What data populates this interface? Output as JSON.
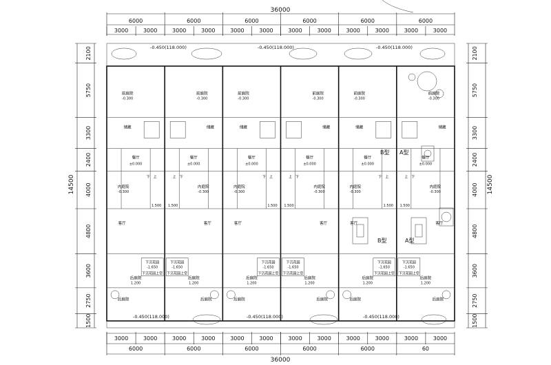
{
  "top": {
    "total": "36000",
    "units": [
      "6000",
      "6000",
      "6000",
      "6000",
      "6000",
      "6000"
    ],
    "halves": [
      "3000",
      "3000",
      "3000",
      "3000",
      "3000",
      "3000",
      "3000",
      "3000",
      "3000",
      "3000",
      "3000",
      "3000"
    ]
  },
  "bottom": {
    "total": "36000",
    "units": [
      "6000",
      "6000",
      "6000",
      "6000",
      "6000",
      "60"
    ],
    "halves": [
      "3000",
      "3000",
      "3000",
      "3000",
      "3000",
      "3000",
      "3000",
      "3000",
      "3000",
      "3000",
      "3000",
      "3000"
    ]
  },
  "left": {
    "total": "14500",
    "segments": [
      "2100",
      "5750",
      "3300",
      "2400",
      "4000",
      "4800",
      "3600",
      "2750",
      "1500"
    ]
  },
  "right": {
    "total": "14500",
    "segments": [
      "2100",
      "5750",
      "3300",
      "2400",
      "4000",
      "4800",
      "3600",
      "2750",
      "1500"
    ]
  },
  "elevations": {
    "top": [
      "-0.450(118.000)",
      "-0.450(118.000)",
      "-0.450(118.000)"
    ],
    "bottom": [
      "-0.450(118.000)",
      "-0.450(118.000)",
      "-0.450(118.000)"
    ]
  },
  "rooms": {
    "front_yard": "前庭院",
    "front_yard_level": "-0.300",
    "storage": "储藏",
    "dining": "餐厅",
    "dining_level": "±0.000",
    "inner_court": "内庭院",
    "inner_court_level": "-0.300",
    "living": "客厅",
    "living_level": "1.500",
    "basement_court": "下沉花园",
    "basement_level": "-1.650",
    "basement_void": "下沉花园上空",
    "back_yard": "后庭院",
    "back_yard_level": "1.200",
    "up": "上",
    "down": "下"
  },
  "type_labels": {
    "A": "A型",
    "B": "B型"
  }
}
